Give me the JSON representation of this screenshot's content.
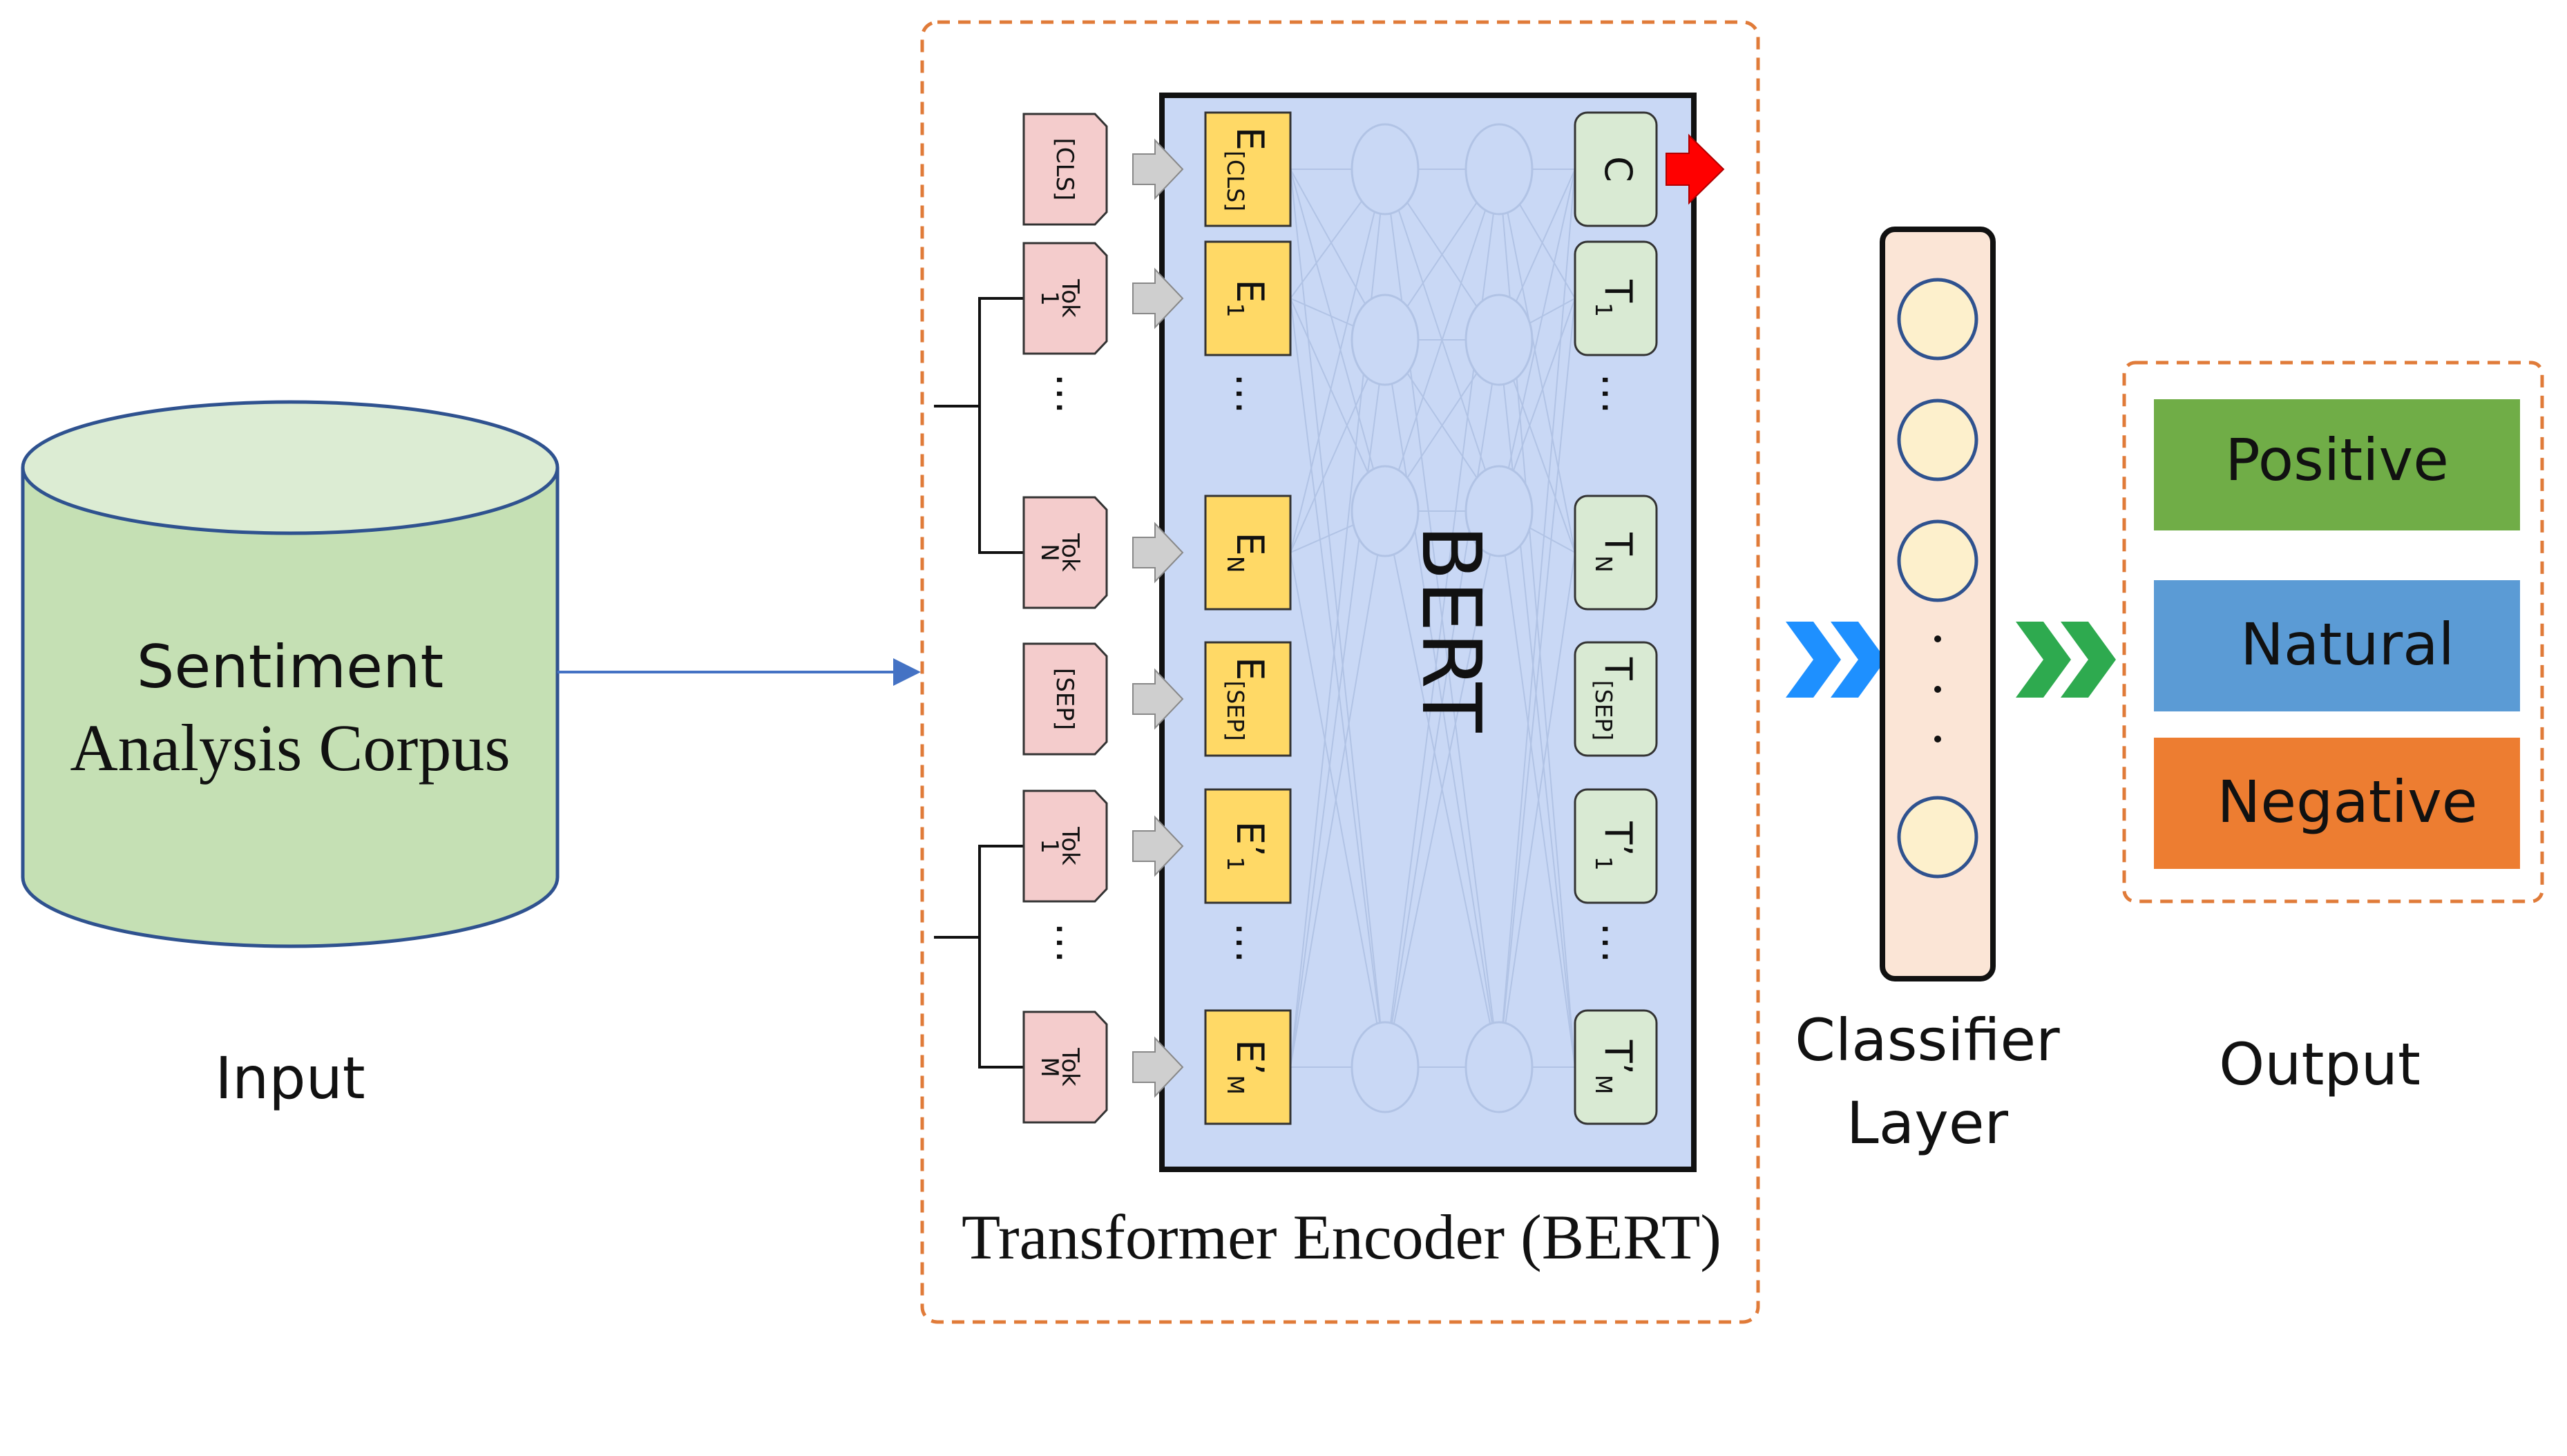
{
  "input": {
    "db_line1": "Sentiment",
    "db_line2": "Analysis Corpus",
    "caption": "Input"
  },
  "encoder": {
    "caption": "Transformer Encoder (BERT)",
    "model_label": "BERT",
    "tokens": [
      {
        "main": "[CLS]",
        "sub": ""
      },
      {
        "main": "Tok",
        "sub": "1"
      },
      {
        "main": "Tok",
        "sub": "N"
      },
      {
        "main": "[SEP]",
        "sub": ""
      },
      {
        "main": "Tok",
        "sub": "1"
      },
      {
        "main": "Tok",
        "sub": "M"
      }
    ],
    "embeddings": [
      {
        "main": "E",
        "sub": "[CLS]"
      },
      {
        "main": "E",
        "sub": "1"
      },
      {
        "main": "E",
        "sub": "N"
      },
      {
        "main": "E",
        "sub": "[SEP]"
      },
      {
        "main": "E’",
        "sub": "1"
      },
      {
        "main": "E’",
        "sub": "M"
      }
    ],
    "outputs": [
      {
        "main": "C",
        "sub": ""
      },
      {
        "main": "T",
        "sub": "1"
      },
      {
        "main": "T",
        "sub": "N"
      },
      {
        "main": "T",
        "sub": "[SEP]"
      },
      {
        "main": "T’",
        "sub": "1"
      },
      {
        "main": "T’",
        "sub": "M"
      }
    ],
    "ellipsis": "…"
  },
  "classifier": {
    "caption_line1": "Classifier",
    "caption_line2": "Layer"
  },
  "output": {
    "caption": "Output",
    "classes": [
      {
        "label": "Positive",
        "color": "#70ad47"
      },
      {
        "label": "Natural",
        "color": "#5b9bd5"
      },
      {
        "label": "Negative",
        "color": "#ed7d31"
      }
    ]
  },
  "colors": {
    "db_fill": "#c5e0b4",
    "dash_border": "#e07b39",
    "bert_fill": "#c9d8f5",
    "token_fill": "#f4cccc",
    "embed_fill": "#ffd966",
    "output_fill": "#d9ead3",
    "neuron_fill": "#fdf0cc",
    "classifier_fill": "#fbe5d6",
    "chevron_blue": "#1e90ff",
    "chevron_green": "#2eaa4f",
    "red_arrow": "#ff0000"
  }
}
